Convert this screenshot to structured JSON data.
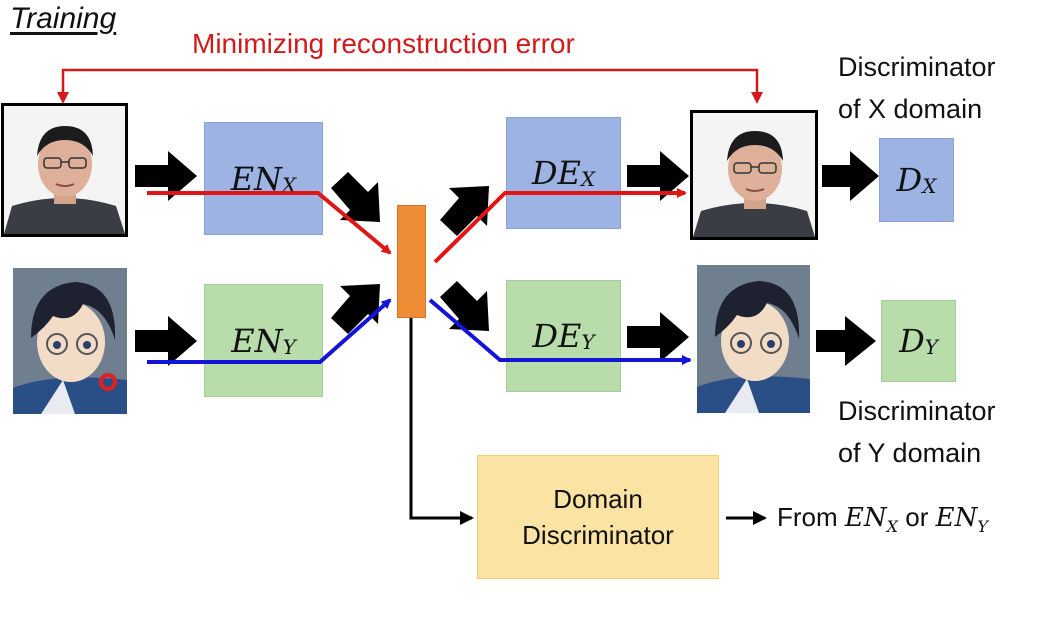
{
  "title": "Training",
  "reconstruction_label": "Minimizing reconstruction error",
  "encoders": {
    "x": {
      "main": "EN",
      "sub": "X"
    },
    "y": {
      "main": "EN",
      "sub": "Y"
    }
  },
  "decoders": {
    "x": {
      "main": "DE",
      "sub": "X"
    },
    "y": {
      "main": "DE",
      "sub": "Y"
    }
  },
  "discriminators": {
    "x": {
      "main": "D",
      "sub": "X",
      "label_line1": "Discriminator",
      "label_line2": "of X domain"
    },
    "y": {
      "main": "D",
      "sub": "Y",
      "label_line1": "Discriminator",
      "label_line2": "of Y domain"
    }
  },
  "domain_discriminator": {
    "line1": "Domain",
    "line2": "Discriminator"
  },
  "from_label": {
    "prefix": "From",
    "a_main": "EN",
    "a_sub": "X",
    "or": "or",
    "b_main": "EN",
    "b_sub": "Y"
  },
  "colors": {
    "x_path": "#e01515",
    "y_path": "#1414d8",
    "reconstruction": "#d11b1b"
  }
}
